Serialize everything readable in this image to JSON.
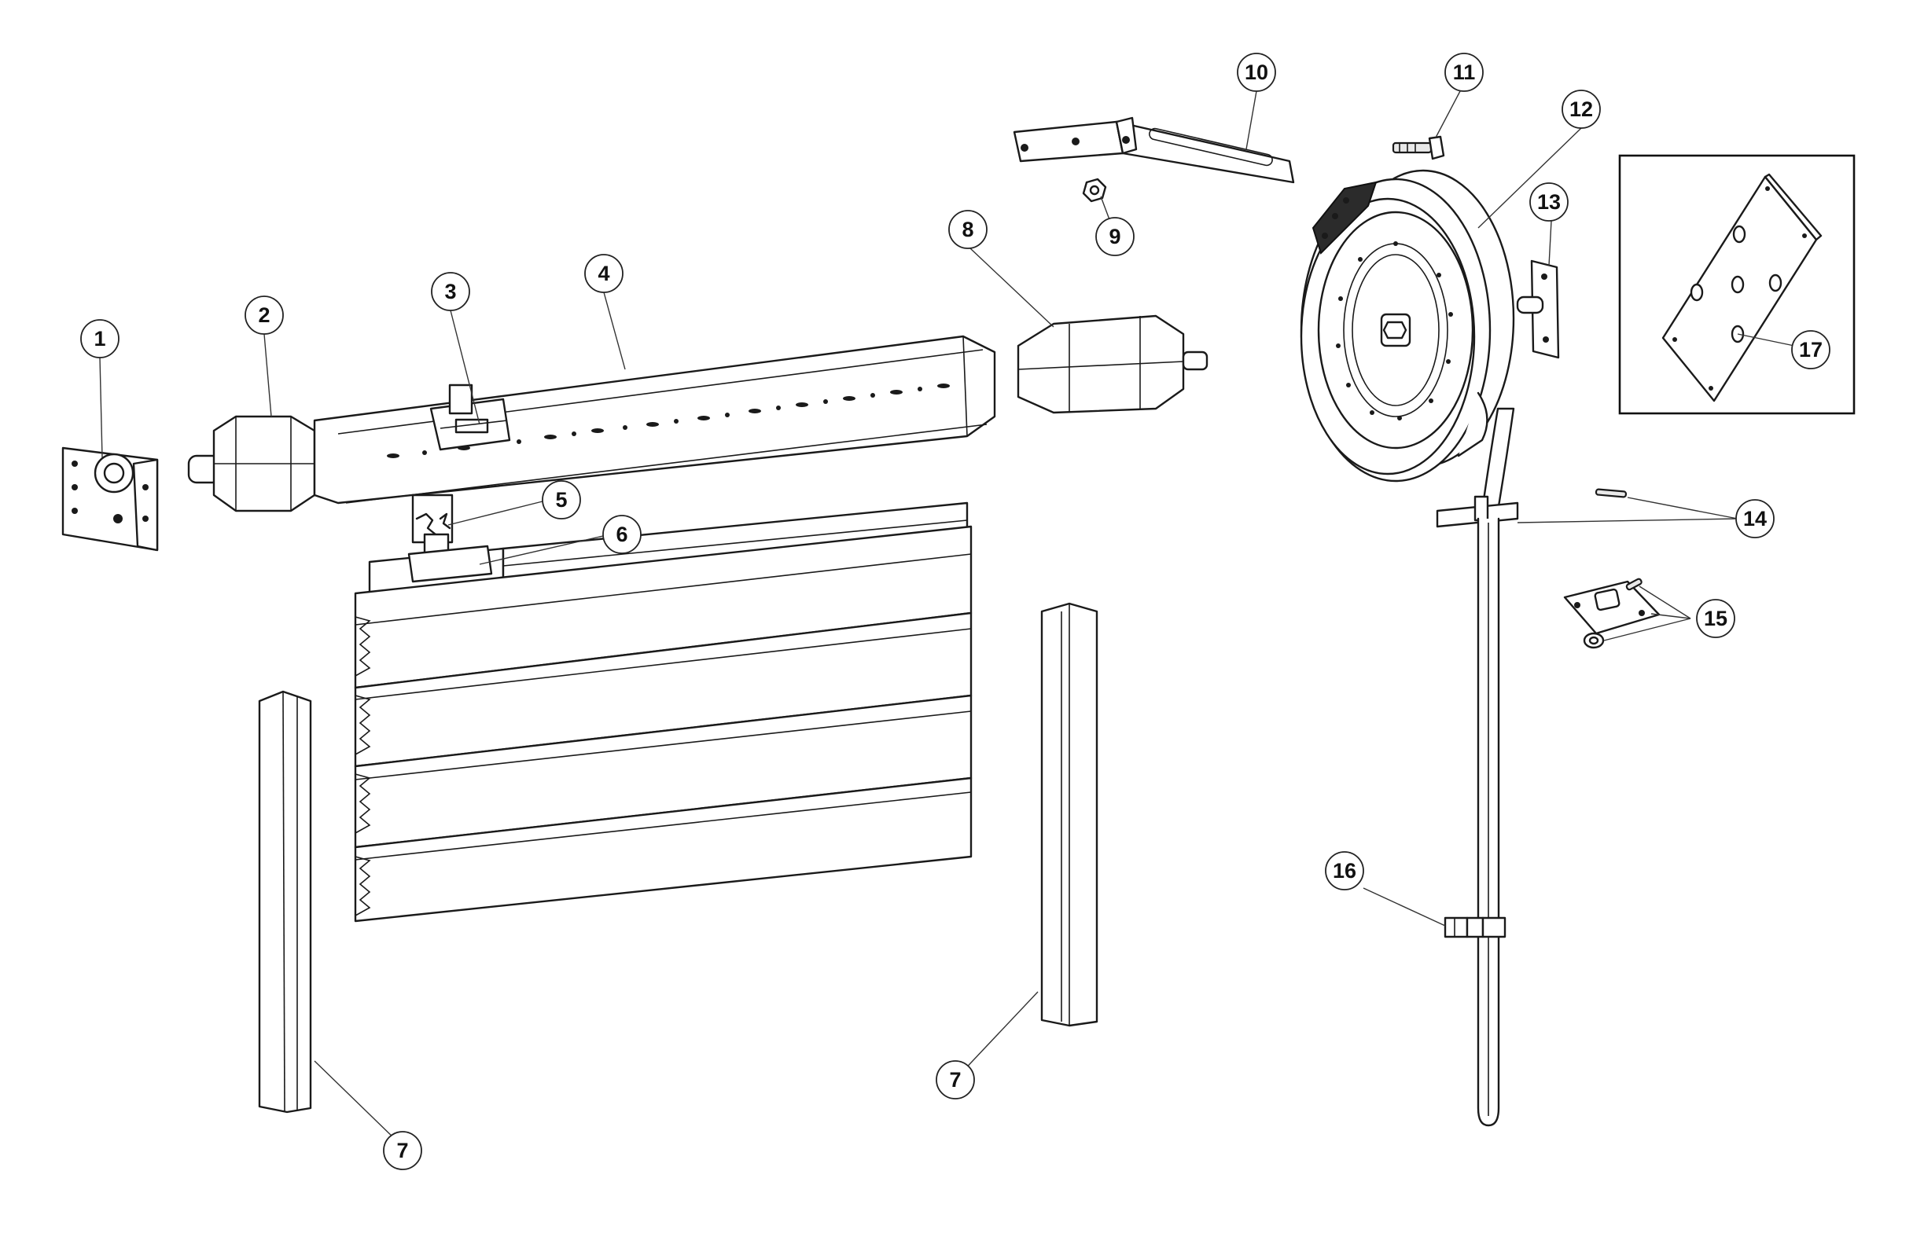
{
  "diagram": {
    "type": "exploded-parts-view",
    "callouts": {
      "c1": "1",
      "c2": "2",
      "c3": "3",
      "c4": "4",
      "c5": "5",
      "c6": "6",
      "c7a": "7",
      "c7b": "7",
      "c8": "8",
      "c9": "9",
      "c10": "10",
      "c11": "11",
      "c12": "12",
      "c13": "13",
      "c14": "14",
      "c15": "15",
      "c16": "16",
      "c17": "17"
    },
    "colors": {
      "line": "#1a1a1a",
      "background": "#ffffff"
    }
  }
}
